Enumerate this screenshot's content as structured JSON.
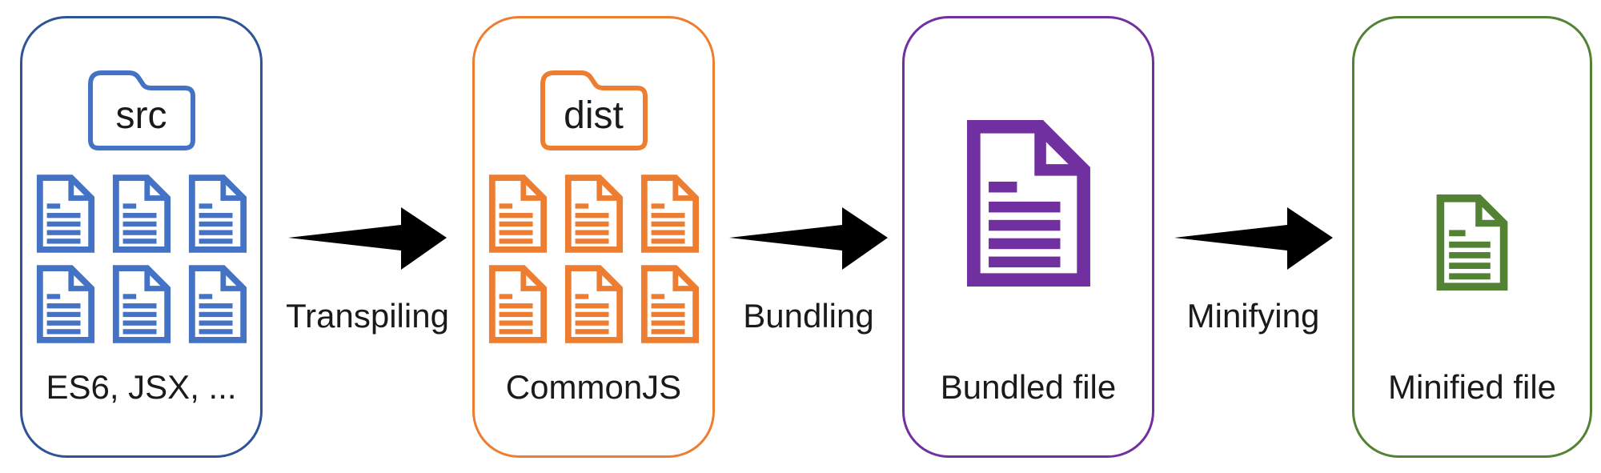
{
  "pipeline": {
    "stages": [
      {
        "name": "source-files",
        "folder_label": "src",
        "caption": "ES6, JSX, ...",
        "file_count": 6,
        "border_color": "#2f5496",
        "icon_color": "#4472c4"
      },
      {
        "name": "transpiled-files",
        "folder_label": "dist",
        "caption": "CommonJS",
        "file_count": 6,
        "border_color": "#ed7d31",
        "icon_color": "#ed7d31"
      },
      {
        "name": "bundled-file",
        "caption": "Bundled file",
        "file_count": 1,
        "border_color": "#7030a0",
        "icon_color": "#7030a0"
      },
      {
        "name": "minified-file",
        "caption": "Minified file",
        "file_count": 1,
        "border_color": "#548235",
        "icon_color": "#548235"
      }
    ],
    "steps": [
      {
        "label": "Transpiling"
      },
      {
        "label": "Bundling"
      },
      {
        "label": "Minifying"
      }
    ],
    "colors": {
      "background": "#ffffff",
      "text": "#1a1a1a",
      "arrow": "#000000"
    }
  }
}
